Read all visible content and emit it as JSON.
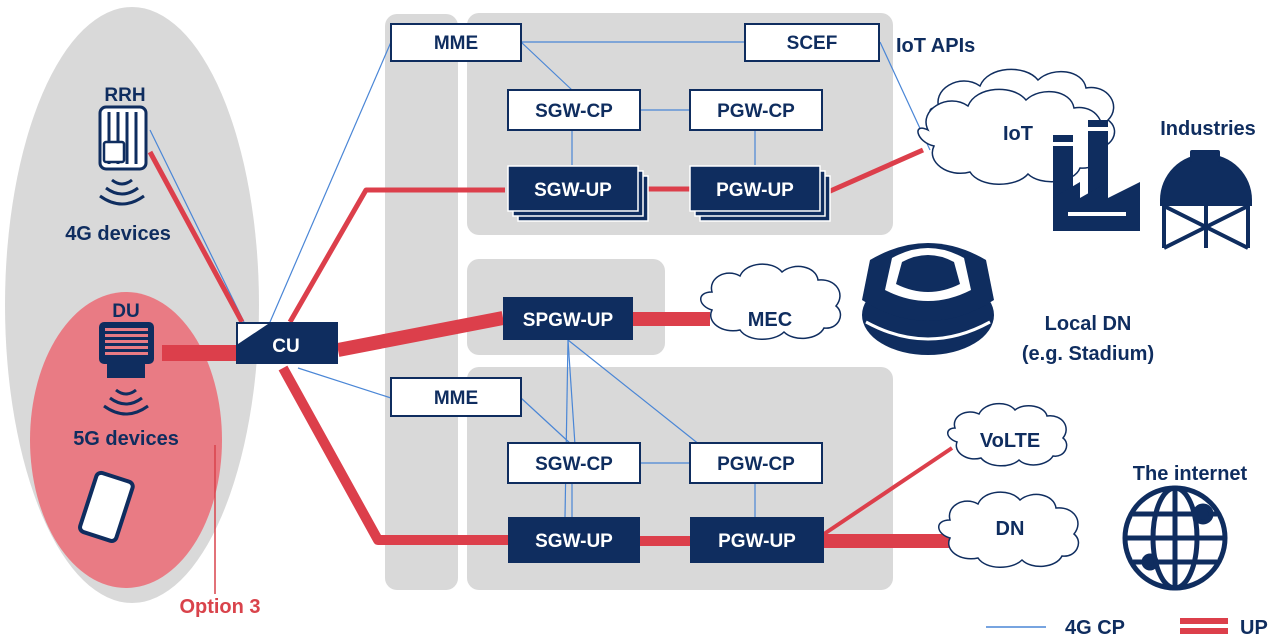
{
  "colors": {
    "navy": "#0f2d5f",
    "blue_line": "#4a86d6",
    "red": "#dc3f4b",
    "gray_panel": "#d9d9d9",
    "ellipse_gray": "#d9d9d9",
    "ellipse_red": "#e97b84",
    "option_red": "#d9434b"
  },
  "radio": {
    "rrh_label": "RRH",
    "du_label": "DU",
    "devices_4g": "4G devices",
    "devices_5g": "5G devices",
    "cu_label": "CU",
    "option_label": "Option 3"
  },
  "core_top": {
    "mme": "MME",
    "scef": "SCEF",
    "iot_apis": "IoT APIs",
    "sgw_cp": "SGW-CP",
    "pgw_cp": "PGW-CP",
    "sgw_up": "SGW-UP",
    "pgw_up": "PGW-UP"
  },
  "core_mid": {
    "spgw_up": "SPGW-UP",
    "mec": "MEC",
    "local_dn_line1": "Local DN",
    "local_dn_line2": "(e.g. Stadium)"
  },
  "core_bottom": {
    "mme": "MME",
    "sgw_cp": "SGW-CP",
    "pgw_cp": "PGW-CP",
    "sgw_up": "SGW-UP",
    "pgw_up": "PGW-UP"
  },
  "clouds": {
    "iot": "IoT",
    "industries": "Industries",
    "volte": "VoLTE",
    "dn": "DN",
    "internet": "The internet"
  },
  "legend": {
    "cp_label": "4G CP",
    "up_label": "UP"
  },
  "icons": [
    "rrh-icon",
    "du-icon",
    "phone-icon",
    "stadium-icon",
    "factory-icon",
    "globe-icon",
    "cloud-icon"
  ]
}
